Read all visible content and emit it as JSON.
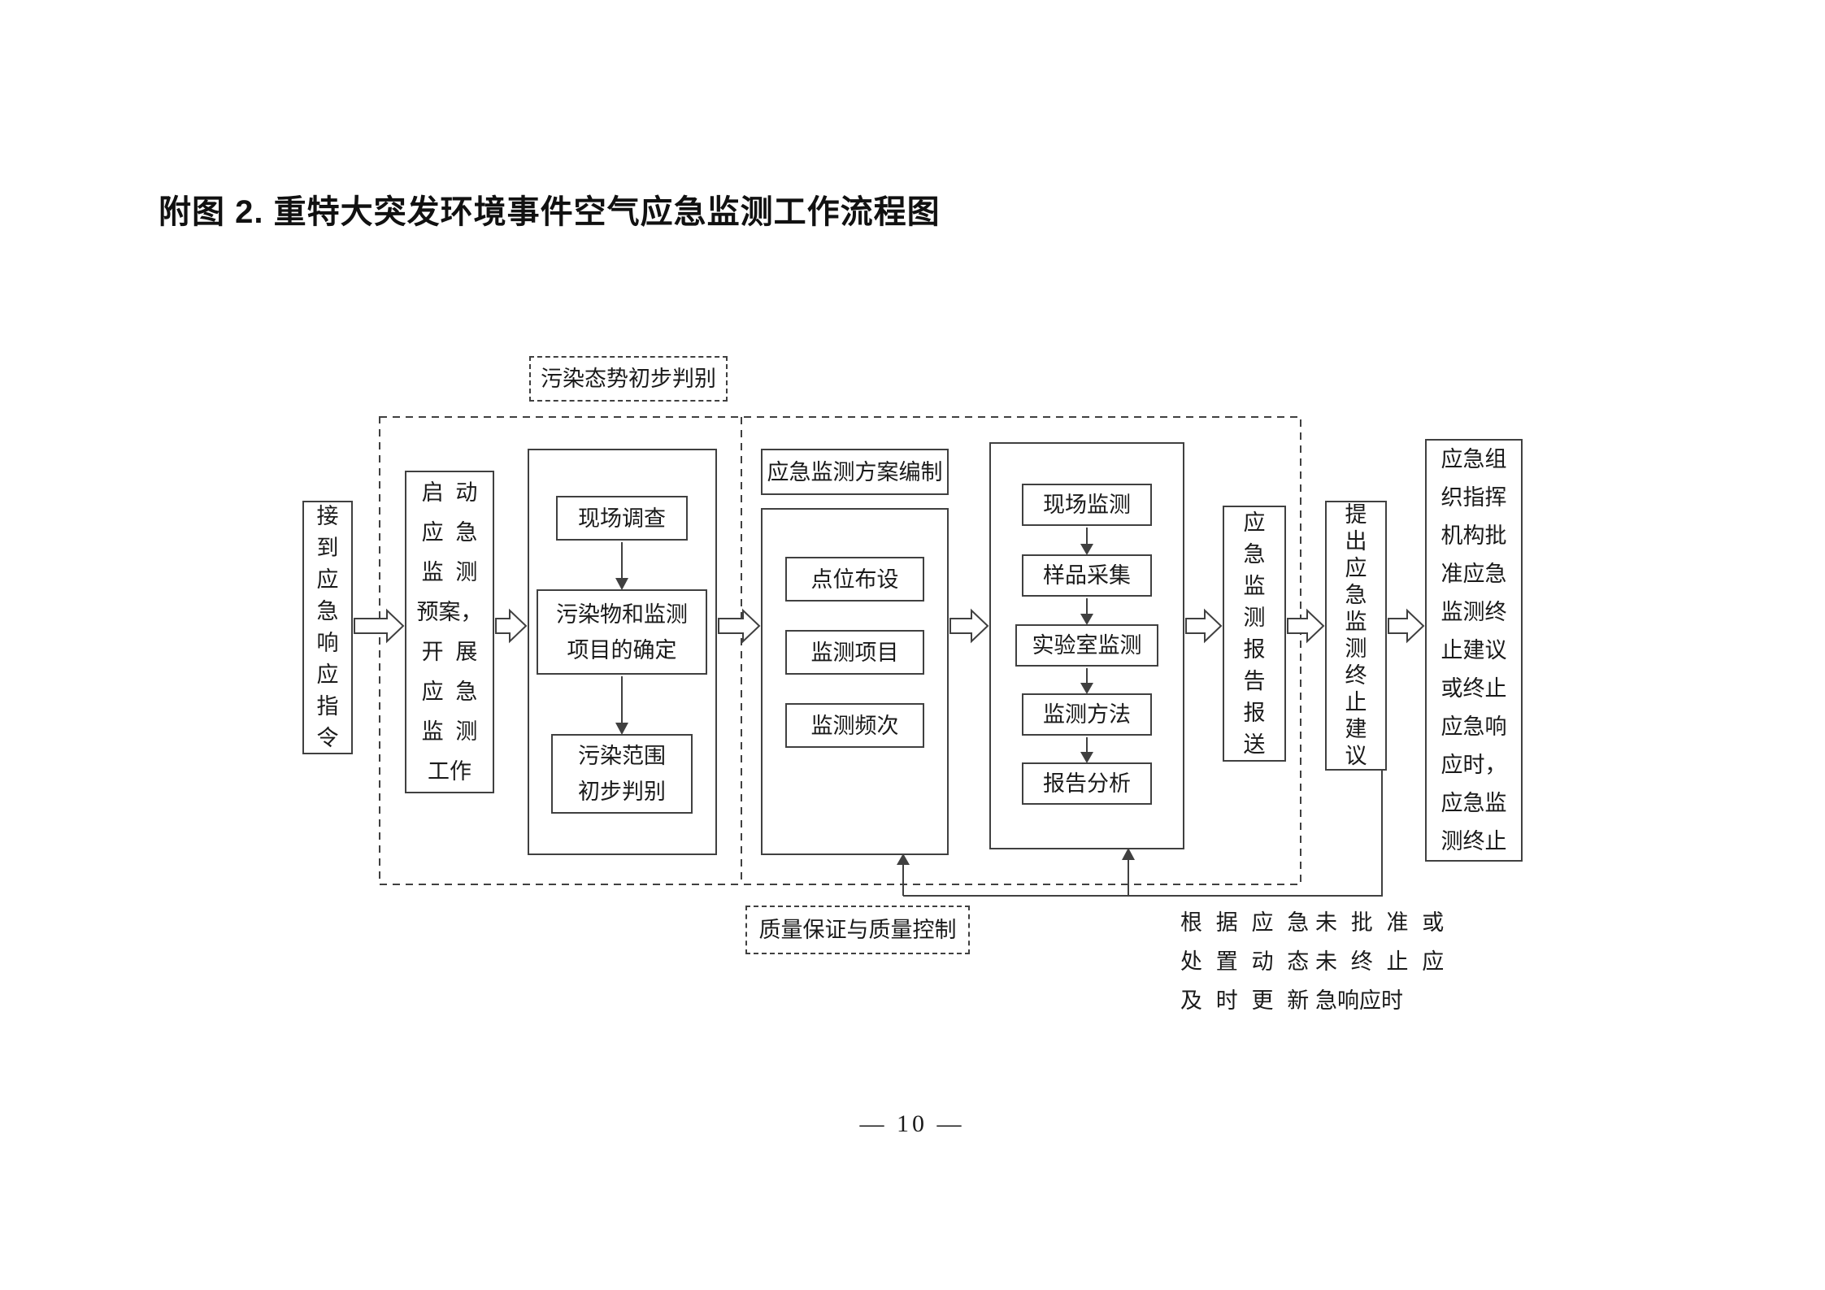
{
  "title": "附图 2.  重特大突发环境事件空气应急监测工作流程图",
  "page_number": "—  10  —",
  "labels": {
    "pollution_phase": "污染态势初步判别",
    "plan_compile": "应急监测方案编制",
    "qa_qc": "质量保证与质量控制"
  },
  "flow": {
    "receive_order": "接到应急响应指令",
    "start_plan": "启 动\n应 急\n监 测\n预案，\n开 展\n应 急\n监 测\n工作",
    "site_survey": "现场调查",
    "pollutant_determine": "污染物和监测\n项目的确定",
    "range_judge": "污染范围\n初步判别",
    "point_layout": "点位布设",
    "monitor_items": "监测项目",
    "monitor_frequency": "监测频次",
    "site_monitoring": "现场监测",
    "sample_collection": "样品采集",
    "lab_monitoring": "实验室监测",
    "monitor_method": "监测方法",
    "report_analysis": "报告分析",
    "report_submission": "应急监测报告报送",
    "propose_termination": "提出应急监测终止建议",
    "termination_condition": "应急组\n织指挥\n机构批\n准应急\n监测终\n止建议\n或终止\n应急响\n应时，\n应急监\n测终止"
  },
  "notes": {
    "update_note": "根 据 应 急\n处 置 动 态\n及 时 更 新",
    "not_approved_note": "未 批 准 或\n未 终 止 应\n急响应时"
  }
}
